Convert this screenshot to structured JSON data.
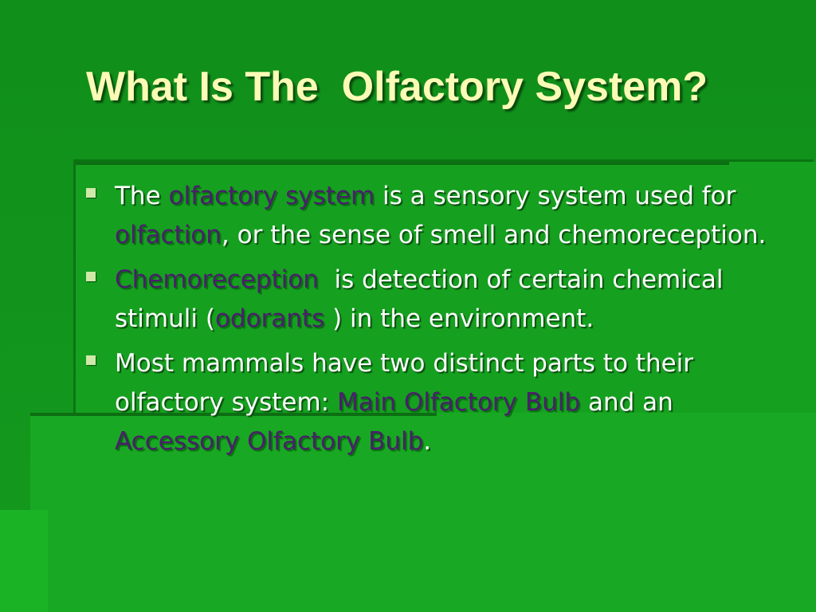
{
  "slide": {
    "title": "What Is The  Olfactory System?",
    "bullets": [
      {
        "segments": [
          {
            "text": "The ",
            "highlight": false
          },
          {
            "text": "olfactory system",
            "highlight": true
          },
          {
            "text": " is a sensory system used for ",
            "highlight": false
          },
          {
            "text": "olfaction",
            "highlight": true
          },
          {
            "text": ", or the sense of smell and chemoreception.",
            "highlight": false
          }
        ]
      },
      {
        "segments": [
          {
            "text": "Chemoreception",
            "highlight": true
          },
          {
            "text": "  is detection of certain chemical stimuli (",
            "highlight": false
          },
          {
            "text": "odorants",
            "highlight": true
          },
          {
            "text": " ) in the environment.",
            "highlight": false
          }
        ]
      },
      {
        "segments": [
          {
            "text": "Most mammals have two distinct parts to their olfactory system: ",
            "highlight": false
          },
          {
            "text": "Main Olfactory Bulb",
            "highlight": true
          },
          {
            "text": " and an  ",
            "highlight": false
          },
          {
            "text": "Accessory Olfactory Bulb",
            "highlight": true
          },
          {
            "text": ".",
            "highlight": false
          }
        ]
      }
    ]
  },
  "colors": {
    "background": "#11901b",
    "title": "#fbfbb6",
    "body_text": "#ffffff",
    "highlight": "#4a1f6b",
    "bullet_marker": "#cfe9a8"
  },
  "icons": {
    "bullet_marker": "square-bullet-icon"
  }
}
